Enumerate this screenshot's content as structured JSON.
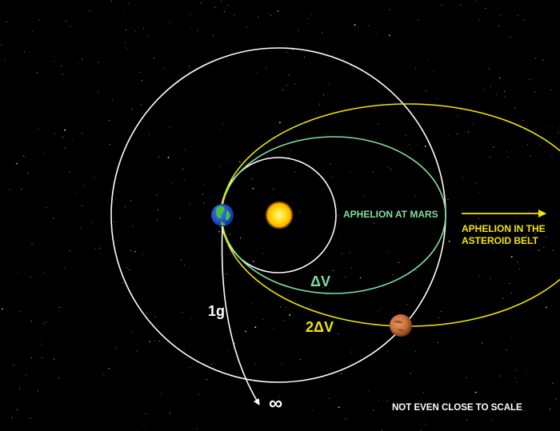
{
  "labels": {
    "aphelion_mars": "APHELION AT MARS",
    "aphelion_belt_line1": "APHELION IN THE",
    "aphelion_belt_line2": "ASTEROID BELT",
    "delta_v": "ΔV",
    "two_delta_v": "2ΔV",
    "one_g": "1g",
    "infinity": "∞",
    "scale_note": "NOT EVEN CLOSE TO SCALE"
  },
  "colors": {
    "background": "#000000",
    "orbit_white": "#ffffff",
    "orbit_green": "#7ee0a0",
    "orbit_yellow": "#f2e600",
    "sun": "#ffd400",
    "earth_ocean": "#1e4fd8",
    "earth_land": "#3cc43c",
    "mars": "#c8703a"
  },
  "icons": {
    "sun": "sun-icon",
    "earth": "earth-icon",
    "mars": "mars-icon",
    "arrow": "arrow-right-icon"
  }
}
